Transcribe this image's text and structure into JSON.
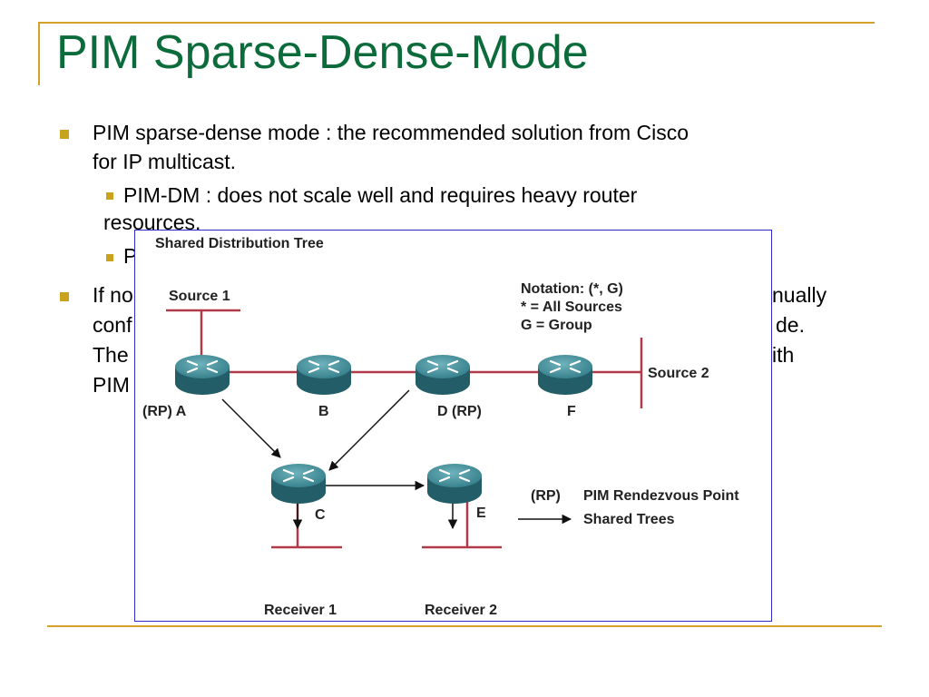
{
  "slide": {
    "title": "PIM Sparse-Dense-Mode",
    "bullets": {
      "b1_line1": "PIM sparse-dense mode : the recommended solution from Cisco",
      "b1_line2": "for IP multicast.",
      "sub1_line1": "PIM-DM : does not scale well and requires heavy router",
      "sub1_line2": "resources.",
      "sub2_visible": "P",
      "b2_line1_start": "If no",
      "b2_line1_end": "nually",
      "b2_line2_start": "conf",
      "b2_line2_end": "de.",
      "b2_line3_start": "The",
      "b2_line3_end": "ith",
      "b2_line4_start": "PIM"
    }
  },
  "diagram": {
    "title": "Shared Distribution Tree",
    "sources": {
      "source1": "Source 1",
      "source2": "Source 2"
    },
    "routers": {
      "a": "(RP) A",
      "b": "B",
      "d": "D (RP)",
      "f": "F",
      "c": "C",
      "e": "E"
    },
    "receivers": {
      "r1": "Receiver 1",
      "r2": "Receiver 2"
    },
    "notation": {
      "line1": "Notation: (*, G)",
      "line2": "* = All Sources",
      "line3": "G = Group"
    },
    "legend": {
      "rp_symbol": "(RP)",
      "rp_meaning": "PIM Rendezvous Point",
      "arrow_meaning": "Shared Trees"
    },
    "colors": {
      "segment": "#b03a48",
      "router": "#2f7a86",
      "frame": "#d4a12a",
      "title": "#0b6b3a"
    }
  }
}
